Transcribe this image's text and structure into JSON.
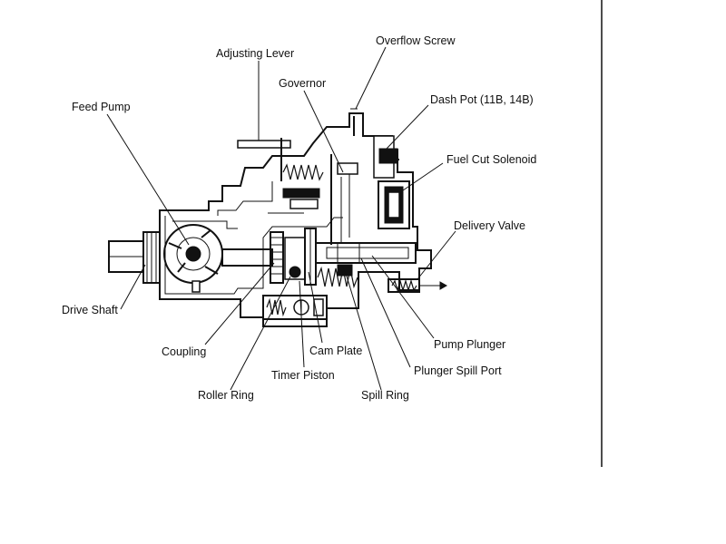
{
  "diagram": {
    "labels": {
      "adjusting_lever": "Adjusting Lever",
      "overflow_screw": "Overflow Screw",
      "governor": "Governor",
      "dash_pot": "Dash Pot (11B, 14B)",
      "feed_pump": "Feed Pump",
      "fuel_cut_solenoid": "Fuel Cut Solenoid",
      "delivery_valve": "Delivery Valve",
      "drive_shaft": "Drive Shaft",
      "pump_plunger": "Pump Plunger",
      "coupling": "Coupling",
      "cam_plate": "Cam Plate",
      "plunger_spill_port": "Plunger Spill Port",
      "timer_piston": "Timer Piston",
      "roller_ring": "Roller Ring",
      "spill_ring": "Spill Ring"
    }
  }
}
